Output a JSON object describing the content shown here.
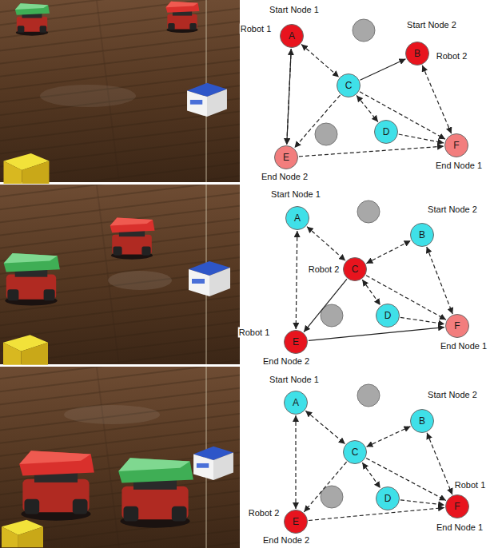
{
  "diagram": {
    "nodes": [
      {
        "text": [
          "A"
        ]
      },
      {
        "text": [
          "B"
        ]
      },
      {
        "text": [
          "C"
        ]
      },
      {
        "text": [
          "D"
        ]
      },
      {
        "text": [
          "E"
        ]
      },
      {
        "text": [
          "F"
        ]
      },
      {
        "text": [
          "A"
        ]
      },
      {
        "text": [
          "B"
        ]
      },
      {
        "text": [
          "C"
        ]
      },
      {
        "text": [
          "D"
        ]
      },
      {
        "text": [
          "E"
        ]
      },
      {
        "text": [
          "F"
        ]
      },
      {
        "text": [
          "A"
        ]
      },
      {
        "text": [
          "B"
        ]
      },
      {
        "text": [
          "C"
        ]
      },
      {
        "text": [
          "D"
        ]
      },
      {
        "text": [
          "E"
        ]
      },
      {
        "text": [
          "F"
        ]
      }
    ],
    "edges": [
      {
        "from": 0,
        "to": 2,
        "arrow": "both"
      },
      {
        "from": 0,
        "to": 4,
        "arrow": "both"
      },
      {
        "from": 0,
        "to": 4,
        "arrow": "to"
      },
      {
        "from": 2,
        "to": 1,
        "arrow": "to"
      },
      {
        "from": 1,
        "to": 5,
        "arrow": "both"
      },
      {
        "from": 2,
        "to": 3,
        "arrow": "both"
      },
      {
        "from": 2,
        "to": 5,
        "arrow": "to"
      },
      {
        "from": 2,
        "to": 4,
        "arrow": "to"
      },
      {
        "from": 3,
        "to": 5,
        "arrow": "to"
      },
      {
        "from": 4,
        "to": 5,
        "arrow": "to"
      },
      {
        "from": 6,
        "to": 8,
        "arrow": "both"
      },
      {
        "from": 6,
        "to": 10,
        "arrow": "both"
      },
      {
        "from": 8,
        "to": 7,
        "arrow": "both"
      },
      {
        "from": 7,
        "to": 11,
        "arrow": "both"
      },
      {
        "from": 8,
        "to": 9,
        "arrow": "both"
      },
      {
        "from": 8,
        "to": 10,
        "arrow": "to"
      },
      {
        "from": 8,
        "to": 11,
        "arrow": "to"
      },
      {
        "from": 9,
        "to": 11,
        "arrow": "to"
      },
      {
        "from": 10,
        "to": 11,
        "arrow": "to"
      },
      {
        "from": 12,
        "to": 14,
        "arrow": "both"
      },
      {
        "from": 12,
        "to": 16,
        "arrow": "both"
      },
      {
        "from": 14,
        "to": 13,
        "arrow": "both"
      },
      {
        "from": 13,
        "to": 17,
        "arrow": "both"
      },
      {
        "from": 14,
        "to": 15,
        "arrow": "both"
      },
      {
        "from": 14,
        "to": 16,
        "arrow": "to"
      },
      {
        "from": 14,
        "to": 17,
        "arrow": "to"
      },
      {
        "from": 15,
        "to": 17,
        "arrow": "to"
      },
      {
        "from": 16,
        "to": 17,
        "arrow": "to"
      }
    ],
    "labels": [
      "Start Node 1",
      "Robot 1",
      "Start Node 2",
      "Robot 2",
      "End Node 2",
      "End Node 1",
      "Start Node 1",
      "Start Node 2",
      "Robot 2",
      "Robot 1",
      "End Node 2",
      "End Node 1",
      "Start Node 1",
      "Start Node 2",
      "Robot 1",
      "Robot 2",
      "End Node 2",
      "End Node 1"
    ]
  }
}
